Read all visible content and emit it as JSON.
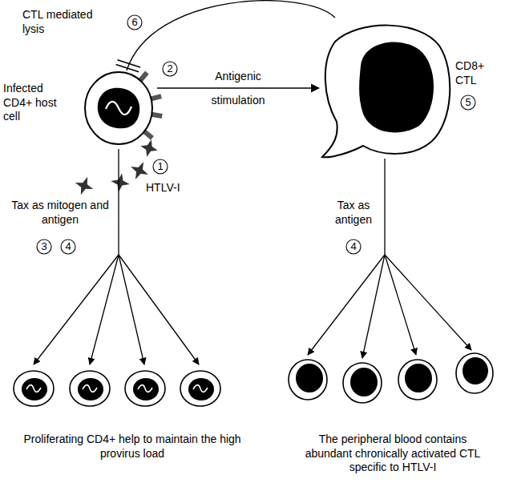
{
  "diagram": {
    "nodes": [
      {
        "text": [
          "Infected CD4+ host cell"
        ]
      },
      {
        "text": [
          "CD8+ CTL"
        ]
      }
    ],
    "edges": [
      {
        "from": 0,
        "to": 1,
        "arrow": "to",
        "label": "Antigenic stimulation"
      },
      {
        "from": 1,
        "to": 0,
        "arrow": "to",
        "label": "CTL mediated lysis"
      }
    ],
    "labels": [
      "6",
      "2",
      "1",
      "HTLV-I",
      "5",
      "Tax as mitogen and antigen",
      "3",
      "4",
      "Tax as antigen",
      "4",
      "Proliferating CD4+ help to maintain the high provirus load",
      "The peripheral blood contains abundant chronically activated CTL specific to HTLV-I"
    ]
  }
}
